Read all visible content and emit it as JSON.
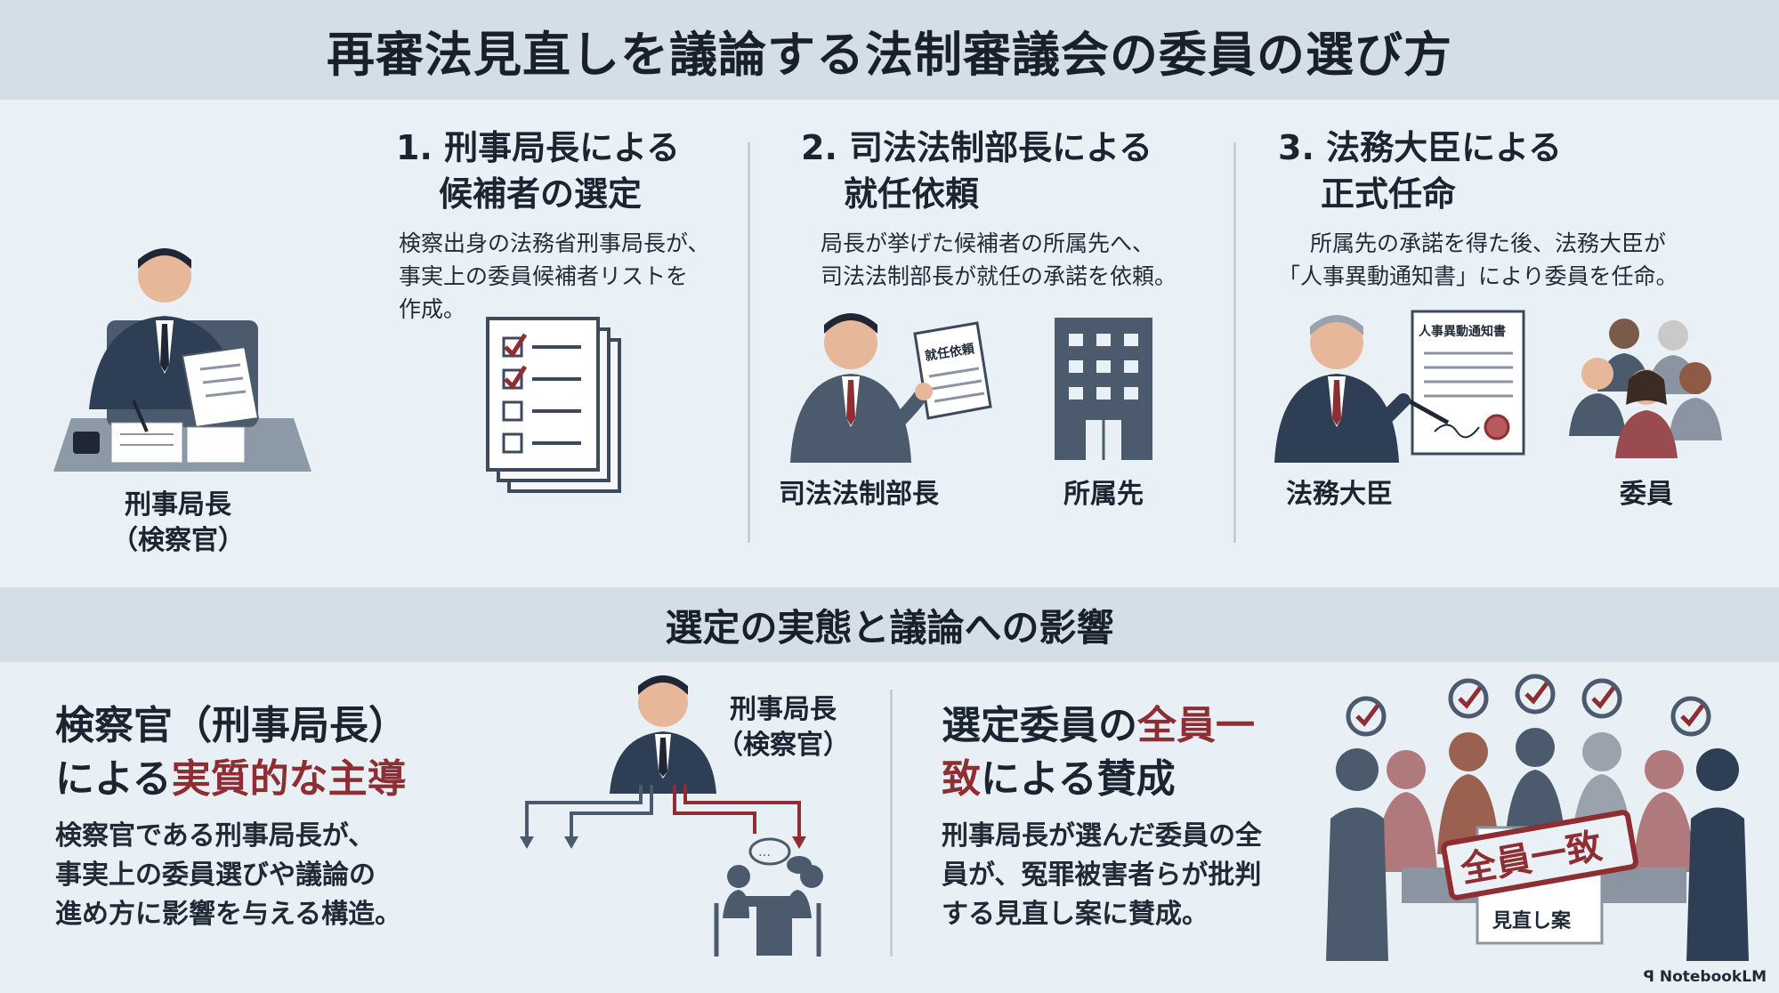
{
  "title": "再審法見直しを議論する法制審議会の委員の選び方",
  "steps": [
    {
      "title_line1": "1. 刑事局長による",
      "title_line2": "候補者の選定",
      "desc_line1": "検察出身の法務省刑事局長が、",
      "desc_line2": "事実上の委員候補者リストを",
      "desc_line3": "作成。"
    },
    {
      "title_line1": "2. 司法法制部長による",
      "title_line2": "就任依頼",
      "desc_line1": "局長が挙げた候補者の所属先へ、",
      "desc_line2": "司法法制部長が就任の承諾を依頼。"
    },
    {
      "title_line1": "3. 法務大臣による",
      "title_line2": "正式任命",
      "desc_line1": "所属先の承諾を得た後、法務大臣が",
      "desc_line2": "「人事異動通知書」により委員を任命。"
    }
  ],
  "captions": {
    "director_line1": "刑事局長",
    "director_line2": "（検察官）",
    "judicial_head": "司法法制部長",
    "affiliation": "所属先",
    "minister": "法務大臣",
    "members": "委員"
  },
  "icon_labels": {
    "request_doc": "就任依頼",
    "notice_doc": "人事異動通知書",
    "unanimous_stamp": "全員一致",
    "proposal_doc": "見直し案"
  },
  "section2_title": "選定の実態と議論への影響",
  "left_block": {
    "heading_line1": "検察官（刑事局長）",
    "heading_line2_plain": "による",
    "heading_line2_accent": "実質的な主導",
    "body_line1": "検察官である刑事局長が、",
    "body_line2": "事実上の委員選びや議論の",
    "body_line3": "進め方に影響を与える構造。",
    "figure_label_line1": "刑事局長",
    "figure_label_line2": "（検察官）"
  },
  "right_block": {
    "heading_line1_plain": "選定委員の",
    "heading_line1_accent": "全員一",
    "heading_line2_accent": "致",
    "heading_line2_plain": "による賛成",
    "body_line1": "刑事局長が選んだ委員の全",
    "body_line2": "員が、冤罪被害者らが批判",
    "body_line3": "する見直し案に賛成。"
  },
  "credit": "NotebookLM",
  "colors": {
    "accent": "#8e2e32",
    "suit": "#2e3f55",
    "band": "#d3dee7",
    "background": "#e9f0f5"
  }
}
